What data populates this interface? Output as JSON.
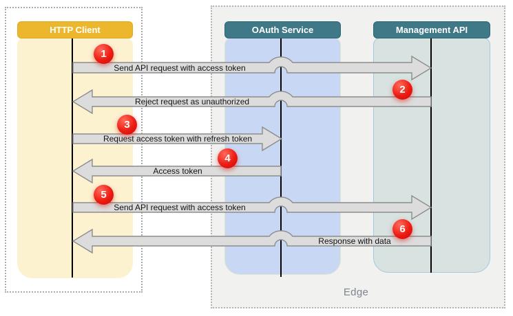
{
  "diagram": {
    "title_hint": "OAuth token refresh sequence",
    "actors": [
      {
        "name": "HTTP Client"
      },
      {
        "name": "OAuth Service"
      },
      {
        "name": "Management API"
      }
    ],
    "group_label": "Edge",
    "messages": [
      {
        "step": "1",
        "label": "Send API request with access token",
        "from": "HTTP Client",
        "to": "Management API",
        "direction": "right"
      },
      {
        "step": "2",
        "label": "Reject request as unauthorized",
        "from": "Management API",
        "to": "HTTP Client",
        "direction": "left"
      },
      {
        "step": "3",
        "label": "Request access token with refresh token",
        "from": "HTTP Client",
        "to": "OAuth Service",
        "direction": "right"
      },
      {
        "step": "4",
        "label": "Access token",
        "from": "OAuth Service",
        "to": "HTTP Client",
        "direction": "left"
      },
      {
        "step": "5",
        "label": "Send API request with access token",
        "from": "HTTP Client",
        "to": "Management API",
        "direction": "right"
      },
      {
        "step": "6",
        "label": "Response with data",
        "from": "Management API",
        "to": "HTTP Client",
        "direction": "left"
      }
    ],
    "colors": {
      "client_header": "#edb72d",
      "client_lane": "#fcf2d0",
      "service_header": "#3f7887",
      "oauth_lane": "#c8d8f4",
      "mgmt_lane": "#d7e2e1",
      "edge_background": "#f1f1ef",
      "arrow_fill": "#dcdcdc",
      "arrow_stroke": "#8c8c8c",
      "step_badge": "#ec1c12"
    }
  }
}
